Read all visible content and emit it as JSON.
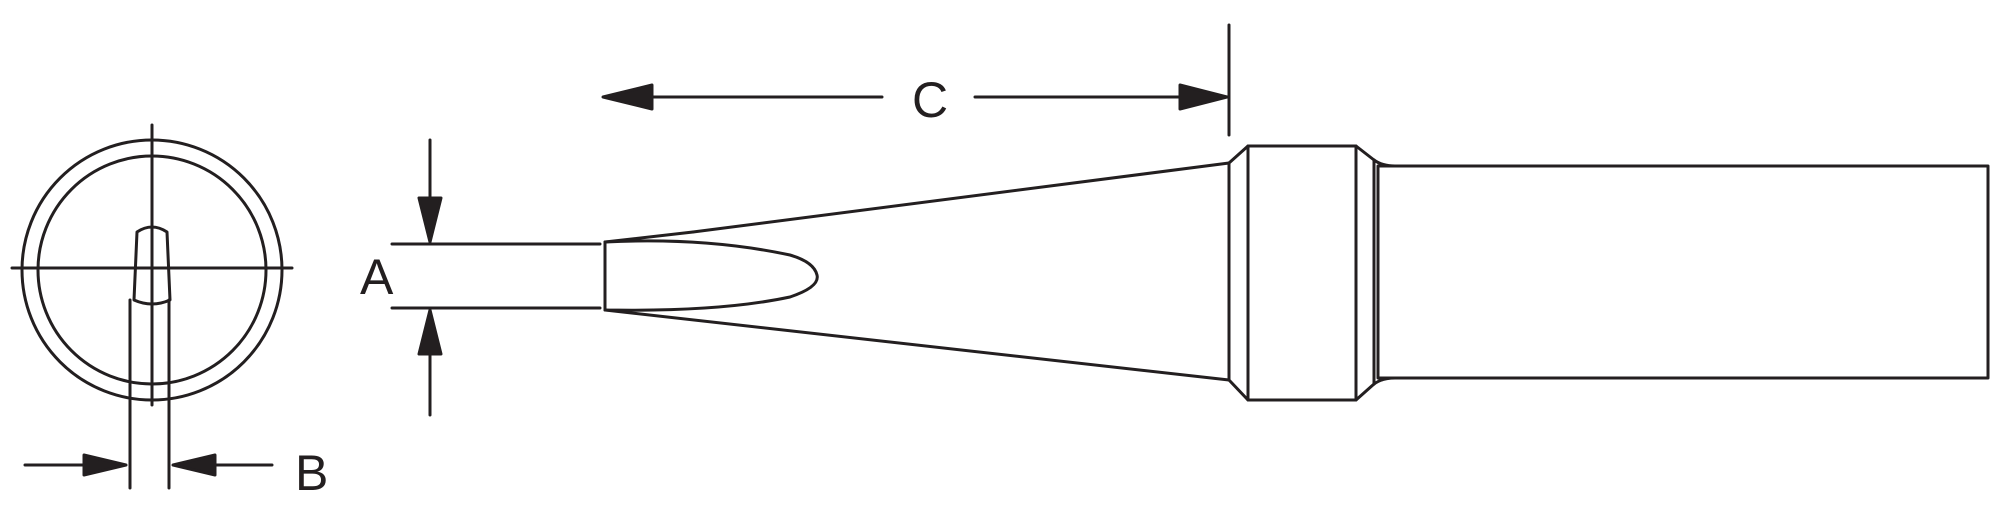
{
  "labels": {
    "a": "A",
    "b": "B",
    "c": "C"
  },
  "colors": {
    "ink": "#231f20",
    "paper": "#ffffff"
  }
}
